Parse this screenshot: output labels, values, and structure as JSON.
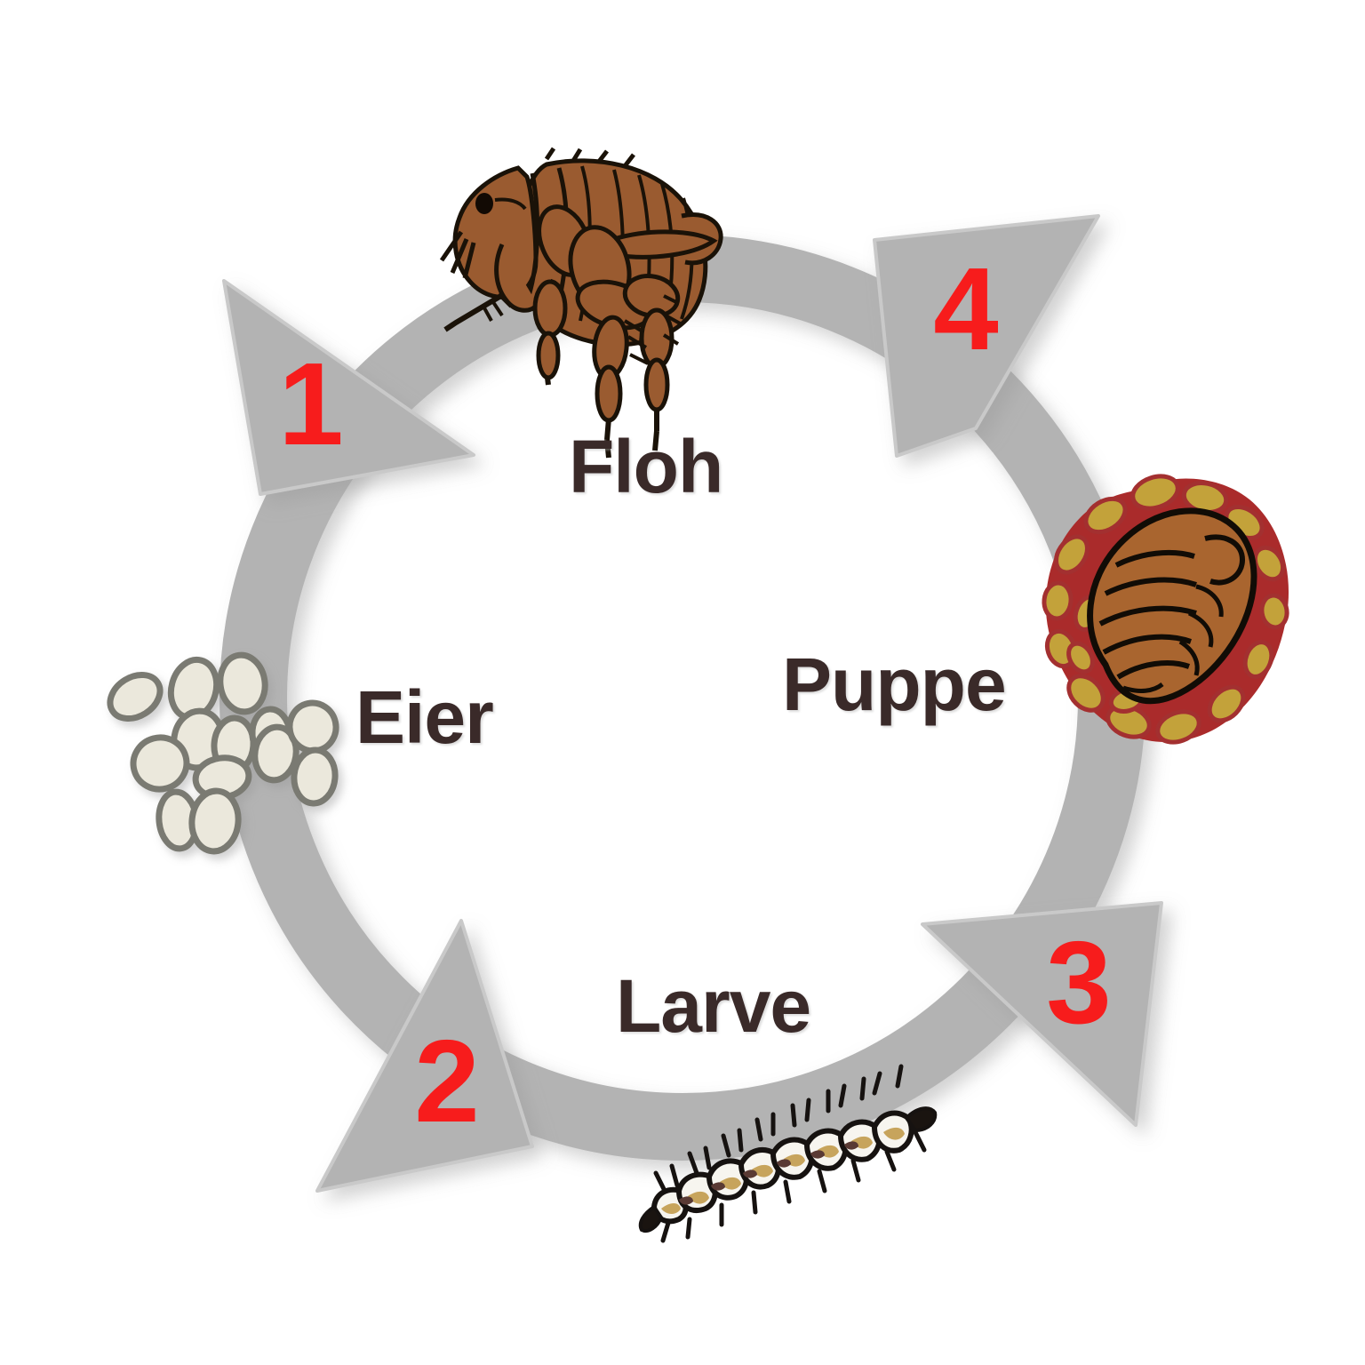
{
  "diagram": {
    "title": "Flea life cycle",
    "language": "de",
    "background_color": "#ffffff",
    "ring_color": "#b3b3b3",
    "number_color": "#f71b1b",
    "label_color": "#3a2a29"
  },
  "stages": [
    {
      "id": "floh",
      "label": "Floh",
      "icon": "adult-flea-illustration",
      "position": "top"
    },
    {
      "id": "eier",
      "label": "Eier",
      "icon": "flea-eggs-illustration",
      "position": "left"
    },
    {
      "id": "larve",
      "label": "Larve",
      "icon": "flea-larva-illustration",
      "position": "bottom"
    },
    {
      "id": "puppe",
      "label": "Puppe",
      "icon": "flea-pupa-cocoon-illustration",
      "position": "right"
    }
  ],
  "arrows": [
    {
      "number": "1",
      "name": "arrow-step-1",
      "position": "upper-left"
    },
    {
      "number": "2",
      "name": "arrow-step-2",
      "position": "lower-left"
    },
    {
      "number": "3",
      "name": "arrow-step-3",
      "position": "lower-right"
    },
    {
      "number": "4",
      "name": "arrow-step-4",
      "position": "upper-right"
    }
  ]
}
